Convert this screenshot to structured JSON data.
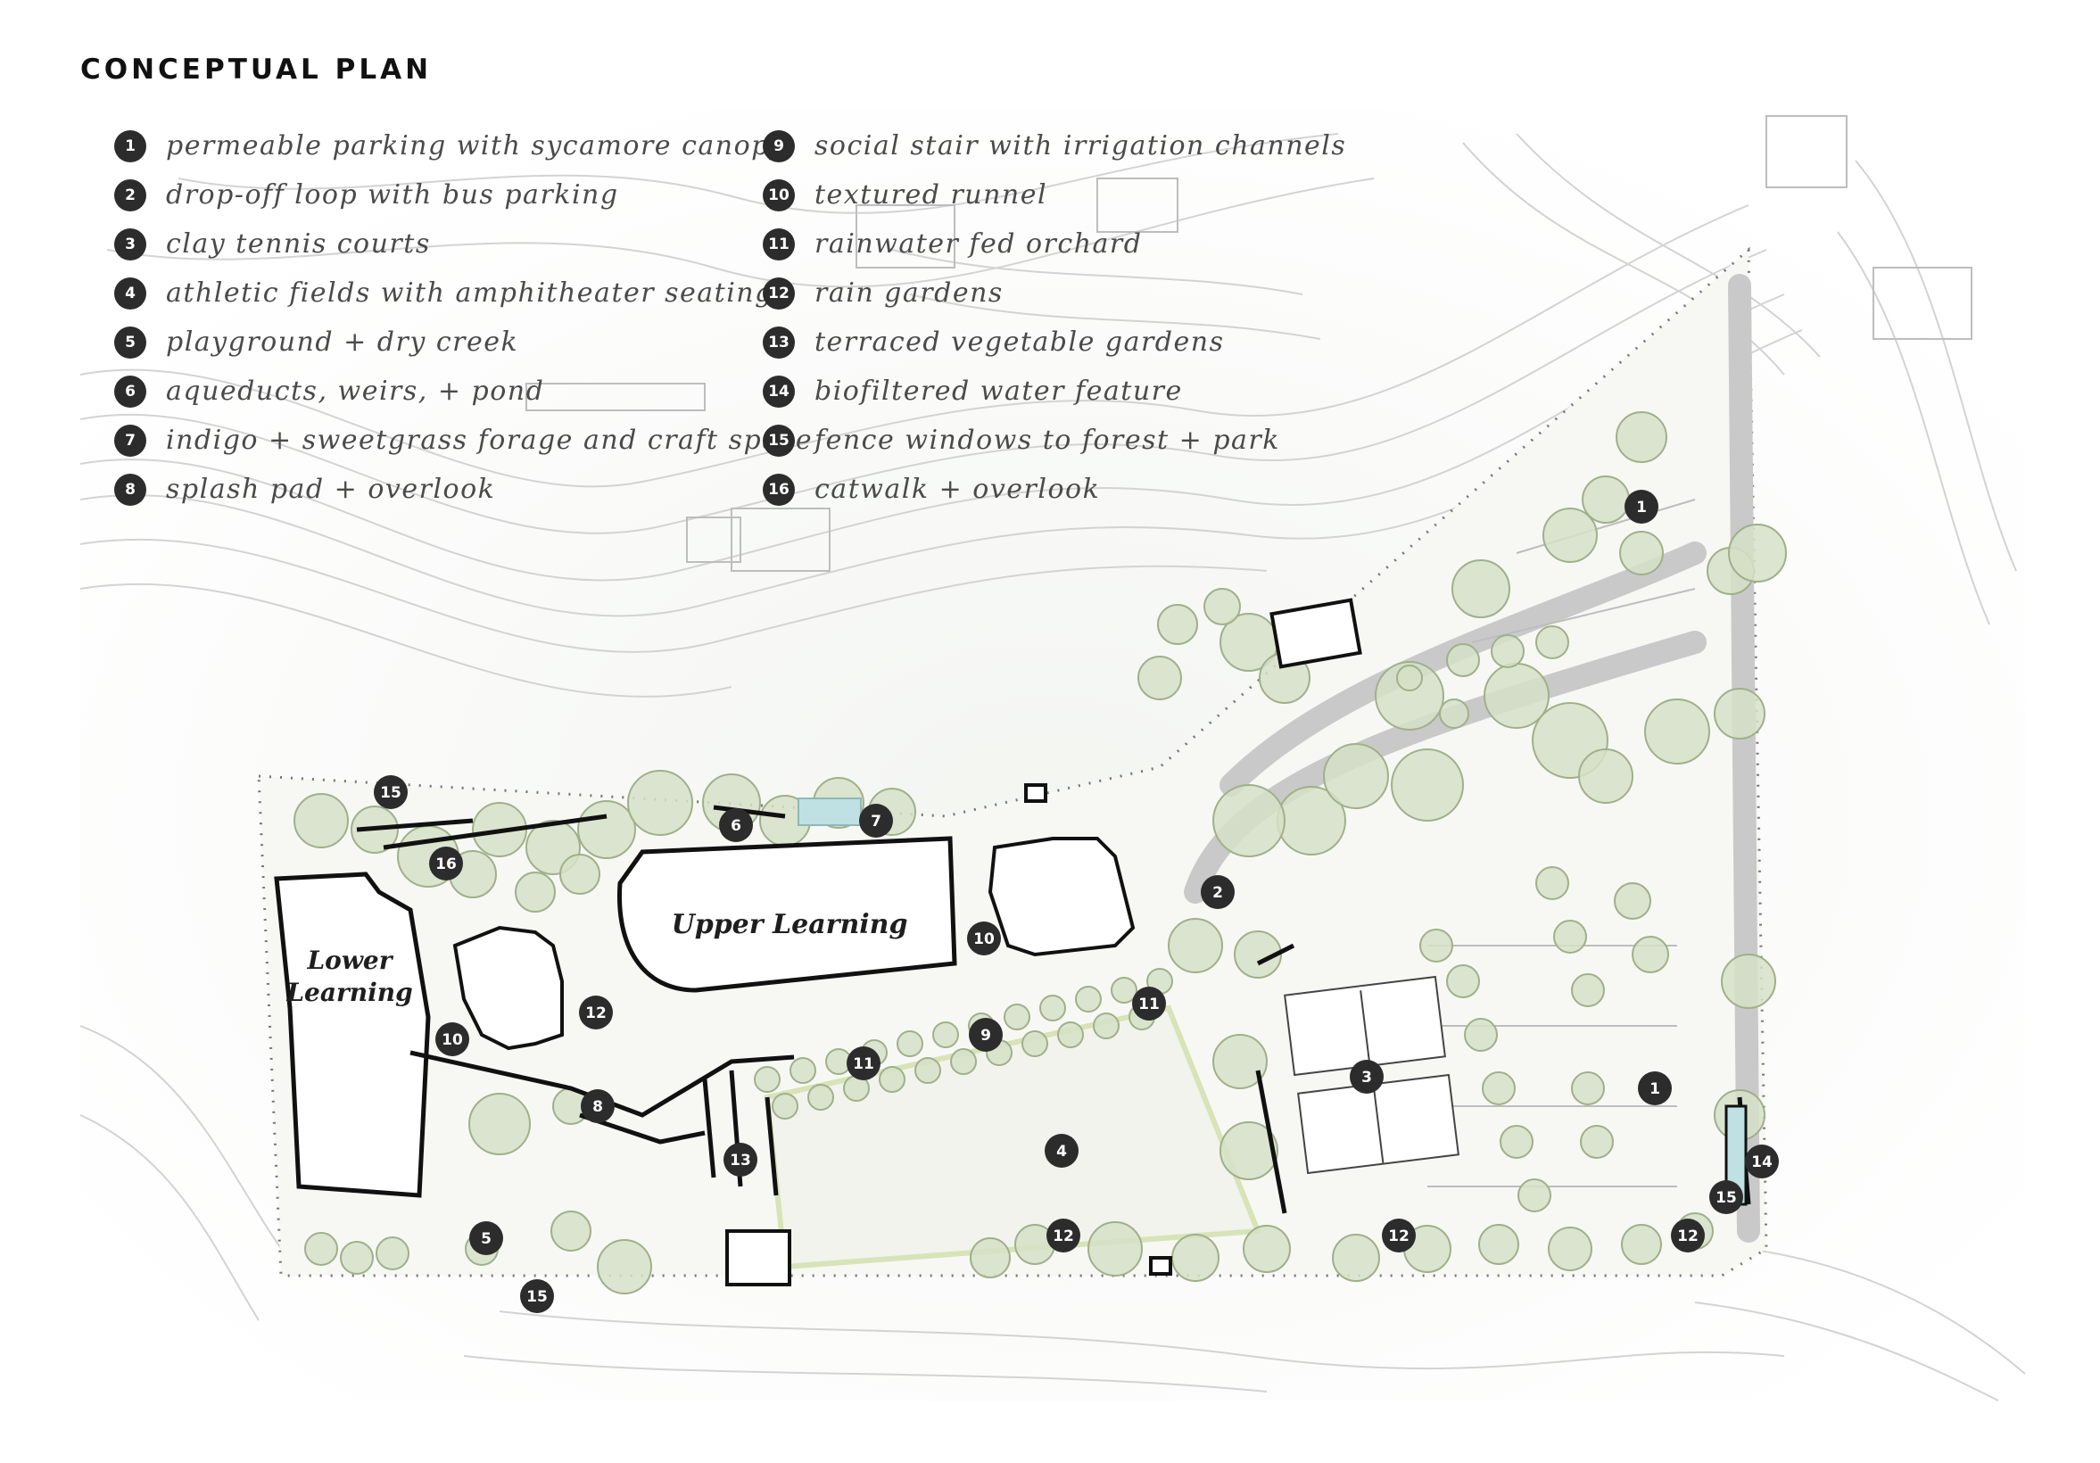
{
  "title": "CONCEPTUAL PLAN",
  "legend": {
    "left": [
      {
        "num": "1",
        "text": "permeable parking with sycamore canopy"
      },
      {
        "num": "2",
        "text": "drop-off loop with bus parking"
      },
      {
        "num": "3",
        "text": "clay tennis courts"
      },
      {
        "num": "4",
        "text": "athletic fields with amphitheater seating"
      },
      {
        "num": "5",
        "text": "playground + dry creek"
      },
      {
        "num": "6",
        "text": "aqueducts, weirs, + pond"
      },
      {
        "num": "7",
        "text": "indigo + sweetgrass forage and craft space"
      },
      {
        "num": "8",
        "text": "splash pad + overlook"
      }
    ],
    "right": [
      {
        "num": "9",
        "text": "social stair with irrigation channels"
      },
      {
        "num": "10",
        "text": "textured runnel"
      },
      {
        "num": "11",
        "text": "rainwater fed orchard"
      },
      {
        "num": "12",
        "text": "rain gardens"
      },
      {
        "num": "13",
        "text": "terraced vegetable gardens"
      },
      {
        "num": "14",
        "text": "biofiltered water feature"
      },
      {
        "num": "15",
        "text": "fence windows to forest + park"
      },
      {
        "num": "16",
        "text": "catwalk + overlook"
      }
    ]
  },
  "map": {
    "buildings": {
      "lower_line1": "Lower",
      "lower_line2": "Learning",
      "upper": "Upper Learning"
    },
    "markers": [
      {
        "num": "1"
      },
      {
        "num": "1"
      },
      {
        "num": "2"
      },
      {
        "num": "3"
      },
      {
        "num": "4"
      },
      {
        "num": "5"
      },
      {
        "num": "6"
      },
      {
        "num": "7"
      },
      {
        "num": "8"
      },
      {
        "num": "9"
      },
      {
        "num": "10"
      },
      {
        "num": "10"
      },
      {
        "num": "11"
      },
      {
        "num": "11"
      },
      {
        "num": "12"
      },
      {
        "num": "12"
      },
      {
        "num": "12"
      },
      {
        "num": "12"
      },
      {
        "num": "12"
      },
      {
        "num": "13"
      },
      {
        "num": "14"
      },
      {
        "num": "15"
      },
      {
        "num": "15"
      },
      {
        "num": "15"
      },
      {
        "num": "16"
      }
    ]
  },
  "colors": {
    "marker": "#2c2c2c",
    "tree_fill": "#d5dfc6",
    "tree_stroke": "#9fb08a",
    "contour": "#cfcfcf",
    "boundary": "#777777",
    "building_outline": "#111111"
  }
}
